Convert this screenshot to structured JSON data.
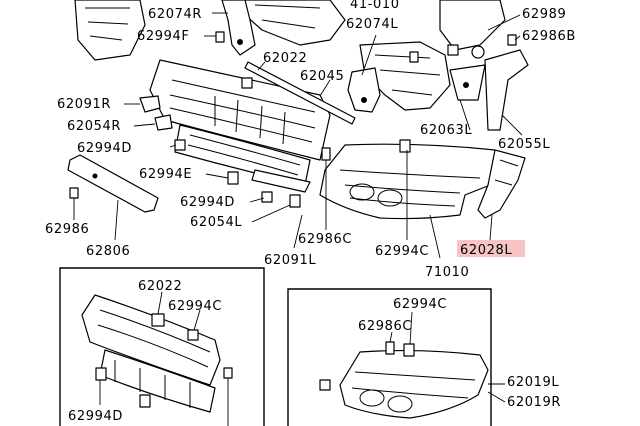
{
  "title": "",
  "highlight_color": "#f6c4c4",
  "labels": {
    "p62074R": "62074R",
    "p62994F": "62994F",
    "p62022": "62022",
    "p62045": "62045",
    "p62074L": "62074L",
    "p41010": "41-010",
    "p62989": "62989",
    "p62986B": "62986B",
    "p62091R": "62091R",
    "p62054R": "62054R",
    "p62994D": "62994D",
    "p62994E": "62994E",
    "p62994D2": "62994D",
    "p62054L": "62054L",
    "p62986C": "62986C",
    "p62063L": "62063L",
    "p62055L": "62055L",
    "p62986": "62986",
    "p62806": "62806",
    "p62091L": "62091L",
    "p62994C": "62994C",
    "p71010": "71010",
    "p62028L": "62028L",
    "inset_a": {
      "p62022": "62022",
      "p62994C": "62994C",
      "p62994D": "62994D"
    },
    "inset_b": {
      "p62994C": "62994C",
      "p62986C": "62986C",
      "p62019L": "62019L",
      "p62019R": "62019R"
    }
  }
}
